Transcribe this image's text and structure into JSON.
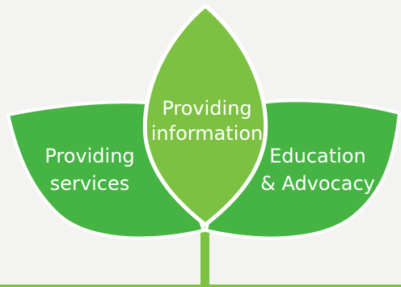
{
  "colors": {
    "background": "#f3f3f1",
    "dark_leaf": "#45b443",
    "center_leaf": "#7cc142",
    "outline": "#ffffff",
    "stem": "#7cc142",
    "ground_line": "#7cc142"
  },
  "leaves": {
    "left": {
      "line1": "Providing",
      "line2": "services"
    },
    "center": {
      "line1": "Providing",
      "line2": "information"
    },
    "right": {
      "line1": "Education",
      "line2": "& Advocacy"
    }
  }
}
